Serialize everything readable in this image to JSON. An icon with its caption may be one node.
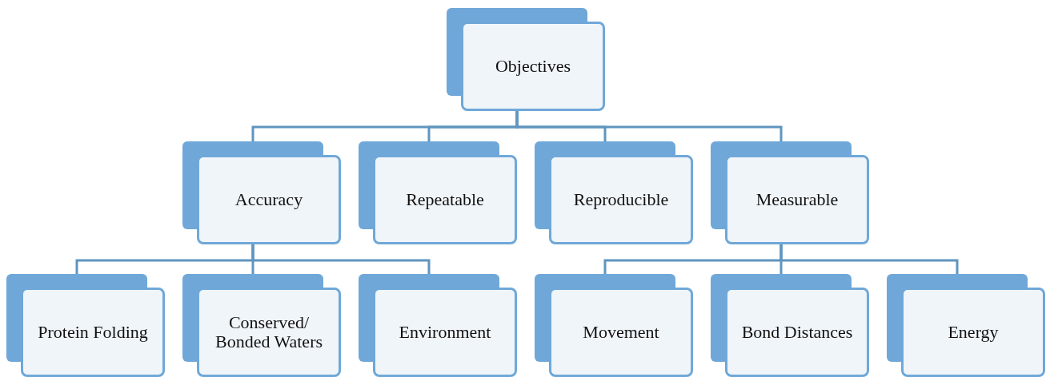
{
  "diagram": {
    "nodes": [
      {
        "text": [
          "Objectives"
        ]
      },
      {
        "text": [
          "Accuracy"
        ]
      },
      {
        "text": [
          "Repeatable"
        ]
      },
      {
        "text": [
          "Reproducible"
        ]
      },
      {
        "text": [
          "Measurable"
        ]
      },
      {
        "text": [
          "Protein Folding"
        ]
      },
      {
        "text": [
          "Conserved/ Bonded Waters"
        ]
      },
      {
        "text": [
          "Environment"
        ]
      },
      {
        "text": [
          "Movement"
        ]
      },
      {
        "text": [
          "Bond Distances"
        ]
      },
      {
        "text": [
          "Energy"
        ]
      }
    ],
    "edges": [
      {
        "from": 0,
        "to": 1,
        "arrow": "none"
      },
      {
        "from": 0,
        "to": 2,
        "arrow": "none"
      },
      {
        "from": 0,
        "to": 3,
        "arrow": "none"
      },
      {
        "from": 0,
        "to": 4,
        "arrow": "none"
      },
      {
        "from": 1,
        "to": 5,
        "arrow": "none"
      },
      {
        "from": 1,
        "to": 6,
        "arrow": "none"
      },
      {
        "from": 1,
        "to": 7,
        "arrow": "none"
      },
      {
        "from": 4,
        "to": 8,
        "arrow": "none"
      },
      {
        "from": 4,
        "to": 9,
        "arrow": "none"
      },
      {
        "from": 4,
        "to": 10,
        "arrow": "none"
      }
    ]
  }
}
